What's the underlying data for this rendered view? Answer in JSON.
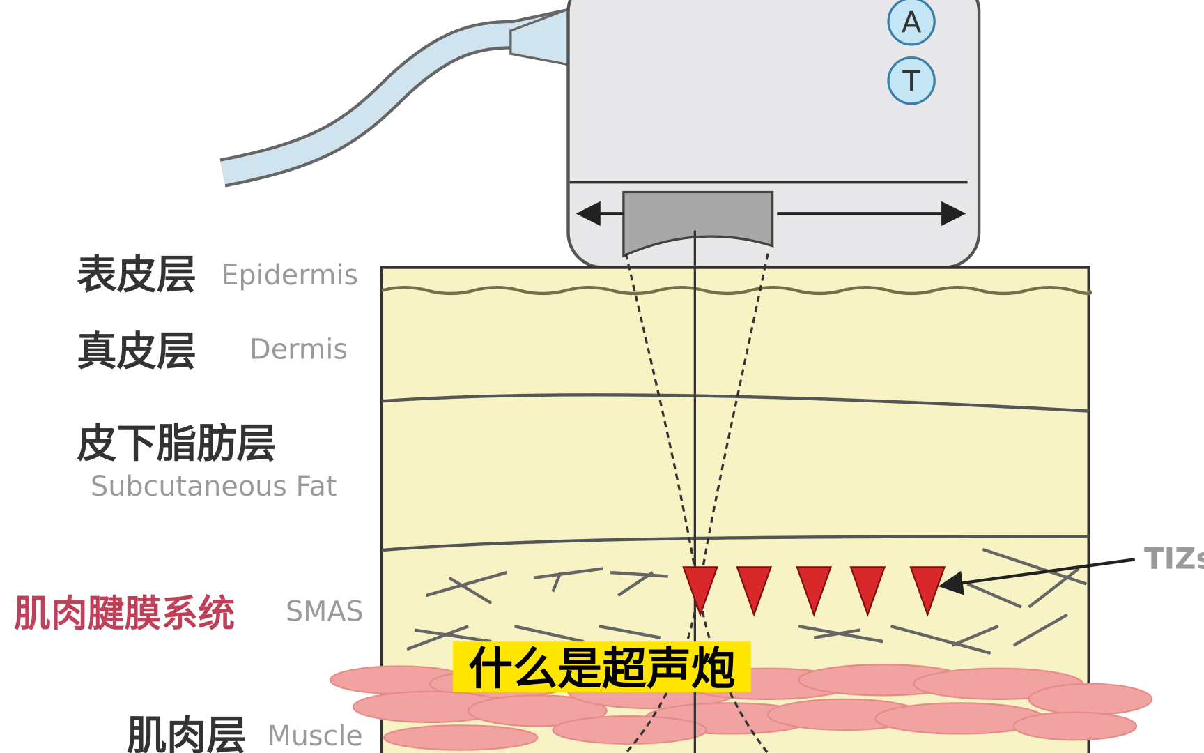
{
  "device": {
    "buttons": [
      "A",
      "T"
    ]
  },
  "layers": [
    {
      "zh": "表皮层",
      "en": "Epidermis"
    },
    {
      "zh": "真皮层",
      "en": "Dermis"
    },
    {
      "zh": "皮下脂肪层",
      "en": "Subcutaneous Fat"
    },
    {
      "zh": "肌肉腱膜系统",
      "en": "SMAS"
    },
    {
      "zh": "肌肉层",
      "en": "Muscle"
    }
  ],
  "tizs_label": "TIZs",
  "caption": "什么是超声炮",
  "colors": {
    "skin": "#f8f3c4",
    "muscle": "#f0a3a0",
    "smas_label": "#c0405a",
    "tiz": "#d8282a",
    "caption_bg": "#ffe600",
    "device": "#e8e8eb",
    "button": "#c4e6f5"
  }
}
